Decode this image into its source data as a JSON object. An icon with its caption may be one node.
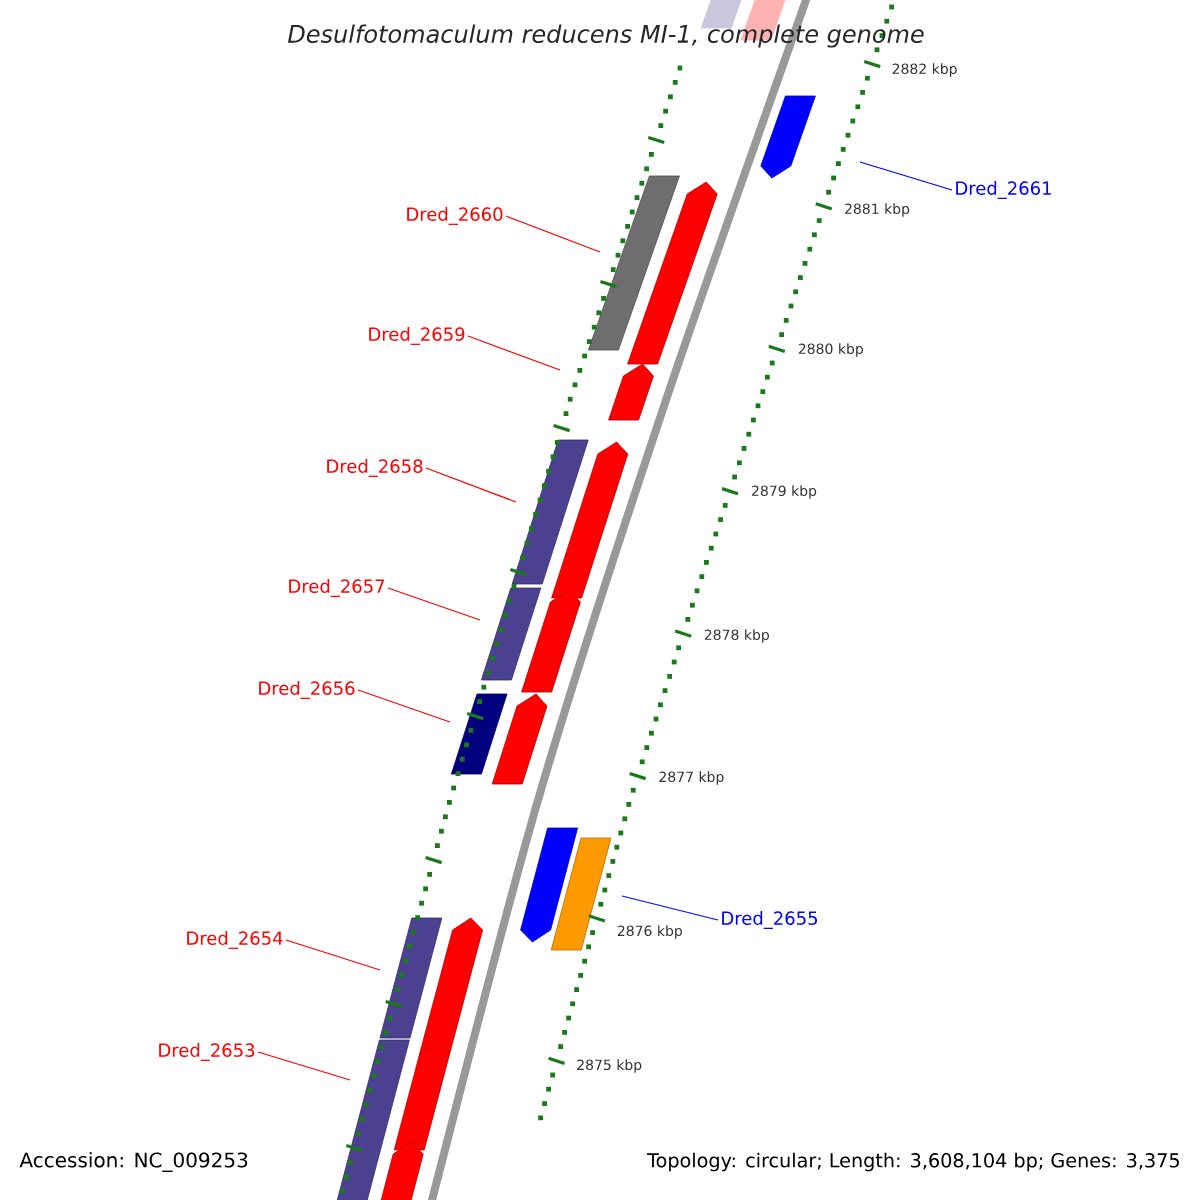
{
  "diagram": {
    "title": "Desulfotomaculum reducens MI-1, complete genome",
    "nodes": [
      {
        "text": [
          "Dred_2661"
        ]
      },
      {
        "text": [
          "Dred_2660"
        ]
      },
      {
        "text": [
          "Dred_2659"
        ]
      },
      {
        "text": [
          "Dred_2658"
        ]
      },
      {
        "text": [
          "Dred_2657"
        ]
      },
      {
        "text": [
          "Dred_2656"
        ]
      },
      {
        "text": [
          "Dred_2655"
        ]
      },
      {
        "text": [
          "Dred_2654"
        ]
      },
      {
        "text": [
          "Dred_2653"
        ]
      }
    ],
    "edges": [
      {
        "from": 0,
        "to": null,
        "arrow": "none",
        "color": "#0000ff"
      },
      {
        "from": 1,
        "to": null,
        "arrow": "none"
      },
      {
        "from": 2,
        "to": null,
        "arrow": "none"
      },
      {
        "from": 3,
        "to": null,
        "arrow": "none"
      },
      {
        "from": 4,
        "to": null,
        "arrow": "none"
      },
      {
        "from": 5,
        "to": null,
        "arrow": "none"
      },
      {
        "from": 6,
        "to": null,
        "arrow": "none",
        "color": "#0000ff"
      },
      {
        "from": 7,
        "to": null,
        "arrow": "none"
      },
      {
        "from": 8,
        "to": null,
        "arrow": "none"
      }
    ],
    "labels": [
      "2882 kbp",
      "2881 kbp",
      "2880 kbp",
      "2879 kbp",
      "2878 kbp",
      "2877 kbp",
      "2876 kbp",
      "2875 kbp",
      "Accession: NC_009253",
      "Topology: circular; Length: 3,608,104 bp; Genes: 3,375"
    ]
  }
}
